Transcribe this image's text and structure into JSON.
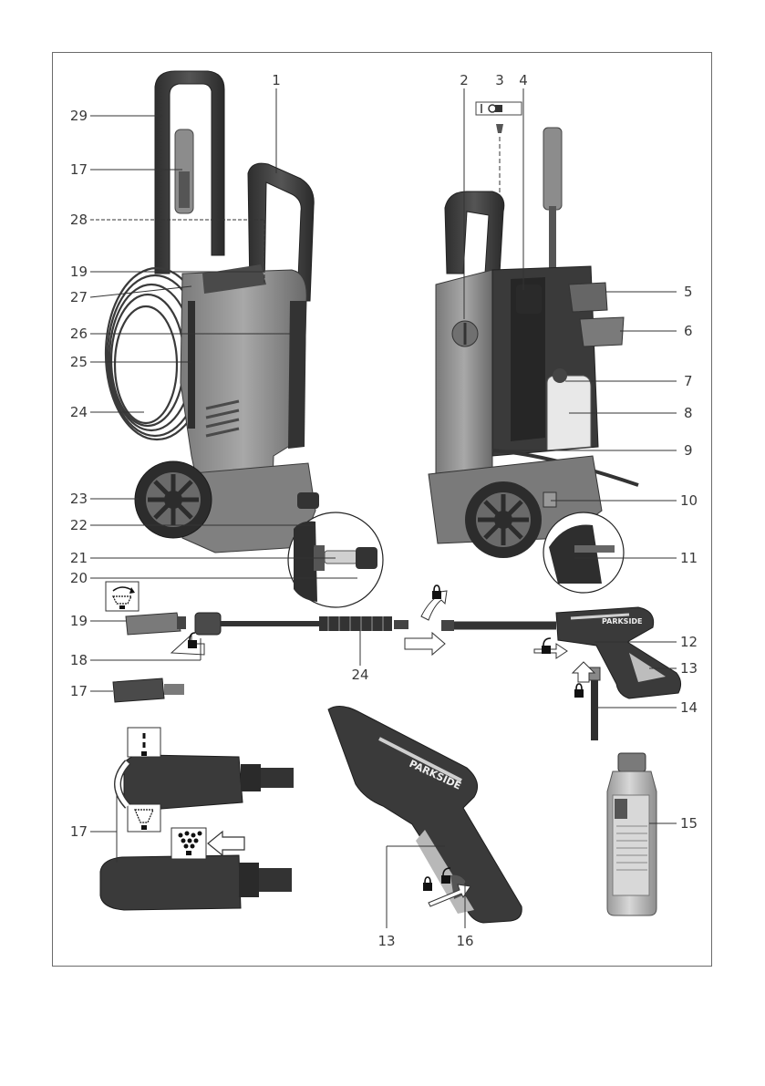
{
  "brand": "PARKSIDE",
  "colors": {
    "frame": "#6b6b6b",
    "body_dark": "#3c3c3c",
    "body_mid": "#8a8a8a",
    "body_light": "#b5b5b5",
    "leader": "#333333"
  },
  "callouts": {
    "c1": "1",
    "c2": "2",
    "c3": "3",
    "c4": "4",
    "c5": "5",
    "c6": "6",
    "c7": "7",
    "c8": "8",
    "c9": "9",
    "c10": "10",
    "c11": "11",
    "c12": "12",
    "c13a": "13",
    "c13b": "13",
    "c14": "14",
    "c15": "15",
    "c16": "16",
    "c17a": "17",
    "c17b": "17",
    "c17c": "17",
    "c18": "18",
    "c19a": "19",
    "c19b": "19",
    "c20": "20",
    "c21": "21",
    "c22": "22",
    "c23": "23",
    "c24a": "24",
    "c24b": "24",
    "c25": "25",
    "c26": "26",
    "c27": "27",
    "c28": "28",
    "c29": "29"
  },
  "icons": [
    "lock-icon",
    "unlock-icon",
    "rotate-arrow-icon",
    "spray-fan-icon",
    "spray-jet-icon",
    "foam-icon",
    "push-arrow-icon"
  ]
}
